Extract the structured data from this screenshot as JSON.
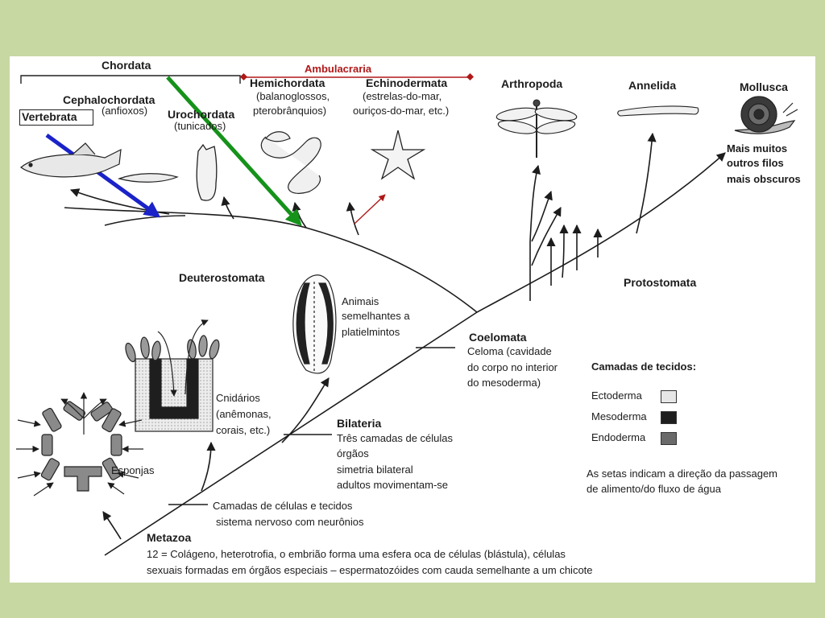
{
  "groups": {
    "chordata": "Chordata",
    "ambulacraria": "Ambulacraria",
    "cephalochordata": "Cephalochordata",
    "cephalochordata_sub": "(anfioxos)",
    "vertebrata": "Vertebrata",
    "urochordata": "Urochordata",
    "urochordata_sub": "(tunicados)",
    "hemichordata": "Hemichordata",
    "hemichordata_sub1": "(balanoglossos,",
    "hemichordata_sub2": "pterobrânquios)",
    "echinodermata": "Echinodermata",
    "echinodermata_sub1": "(estrelas-do-mar,",
    "echinodermata_sub2": "ouriços-do-mar, etc.)",
    "arthropoda": "Arthropoda",
    "annelida": "Annelida",
    "mollusca": "Mollusca",
    "mollusca_sub1": "Mais muitos",
    "mollusca_sub2": "outros filos",
    "mollusca_sub3": "mais obscuros",
    "deuterostomata": "Deuterostomata",
    "protostomata": "Protostomata"
  },
  "nodes": {
    "platyhelminth_1": "Animais",
    "platyhelminth_2": "semelhantes  a",
    "platyhelminth_3": "platielmintos",
    "coelomata": "Coelomata",
    "coelomata_1": "Celoma (cavidade",
    "coelomata_2": "do corpo no interior",
    "coelomata_3": "do mesoderma)",
    "cnidaria_1": "Cnidários",
    "cnidaria_2": "(anêmonas,",
    "cnidaria_3": "corais, etc.)",
    "bilateria": "Bilateria",
    "bilateria_1": "Três camadas de células",
    "bilateria_2": "órgãos",
    "bilateria_3": "simetria bilateral",
    "bilateria_4": "adultos movimentam-se",
    "sponges": "Esponjas",
    "tissues_1": "Camadas de células e tecidos",
    "tissues_2": "sistema nervoso com neurônios",
    "metazoa": "Metazoa",
    "metazoa_1": "12 = Colágeno, heterotrofia, o embrião forma uma esfera oca de células (blástula), células",
    "metazoa_2": "sexuais formadas em órgãos especiais – espermatozóides com cauda semelhante a um chicote"
  },
  "legend": {
    "title": "Camadas de tecidos:",
    "ectoderm": "Ectoderma",
    "mesoderm": "Mesoderma",
    "endoderm": "Endoderma",
    "note_1": "As setas indicam a direção da passagem",
    "note_2": "de alimento/do fluxo de água"
  },
  "colors": {
    "background": "#c7d8a2",
    "ambulacraria": "#b01818",
    "blue_arrow": "#1a22c8",
    "green_arrow": "#15921a",
    "ectoderm": "#e6e6e6",
    "mesoderm": "#1e1e1e",
    "endoderm": "#6a6a6a"
  }
}
